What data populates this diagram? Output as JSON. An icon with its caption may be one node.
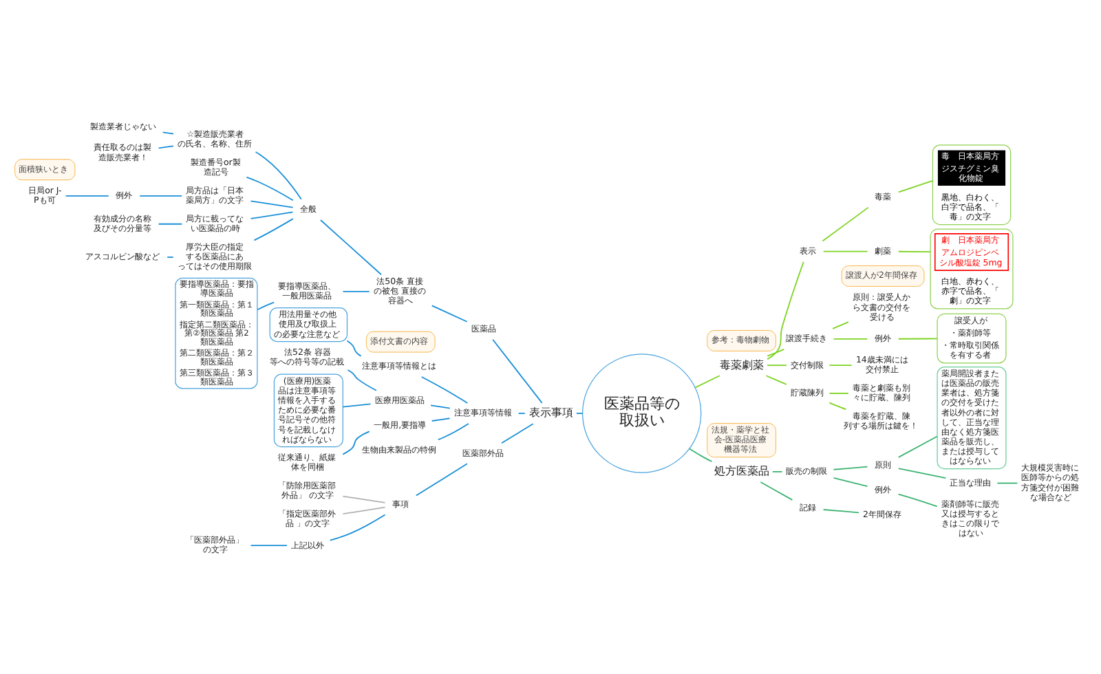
{
  "diagram": {
    "nodes": [
      {
        "text": [
          "医薬品等の取扱い"
        ]
      },
      {
        "text": [
          "毒薬劇薬"
        ],
        "beside": [
          "参考：毒物劇物"
        ]
      },
      {
        "text": [
          "表示"
        ]
      },
      {
        "text": [
          "毒薬"
        ]
      },
      {
        "text": [
          "黒地、白わく、白字で品名、「毒」の文字"
        ]
      },
      {
        "text": [
          "毒　日本薬局方",
          "ジスチグミン臭化物錠"
        ],
        "in": 4
      },
      {
        "text": [
          "劇薬"
        ]
      },
      {
        "text": [
          "白地、赤わく、赤字で品名、「劇」の文字"
        ]
      },
      {
        "text": [
          "劇　日本薬局方",
          "アムロジピンベシル酸塩錠 5mg"
        ],
        "in": 7
      },
      {
        "text": [
          "譲渡手続き"
        ]
      },
      {
        "text": [
          "原則：譲受人から文書の交付を受ける"
        ],
        "beside": [
          "譲渡人が2年間保存"
        ]
      },
      {
        "text": [
          "例外"
        ]
      },
      {
        "text": [
          "譲受人が",
          "・薬剤師等",
          "・常時取引関係を有する者"
        ]
      },
      {
        "text": [
          "交付制限"
        ]
      },
      {
        "text": [
          "14歳未満には交付禁止"
        ]
      },
      {
        "text": [
          "貯蔵陳列"
        ]
      },
      {
        "text": [
          "毒薬と劇薬も別々に貯蔵、陳列"
        ]
      },
      {
        "text": [
          "毒薬を貯蔵、陳列する場所は鍵を！"
        ]
      },
      {
        "text": [
          "処方医薬品"
        ],
        "beside": [
          "法規・薬学と社会-医薬品医療機器等法"
        ]
      },
      {
        "text": [
          "販売の制限"
        ]
      },
      {
        "text": [
          "原則"
        ]
      },
      {
        "text": [
          "薬局開設者または医薬品の販売業者は、処方箋の交付を受けた者以外の者に対して、正当な理由なく処方箋医薬品を販売し、または授与してはならない"
        ]
      },
      {
        "text": [
          "正当な理由"
        ]
      },
      {
        "text": [
          "大規模災害時に医師等からの処方箋交付が困難な場合など"
        ]
      },
      {
        "text": [
          "例外"
        ]
      },
      {
        "text": [
          "薬剤師等に販売又は授与するときはこの限りではない"
        ]
      },
      {
        "text": [
          "記録"
        ]
      },
      {
        "text": [
          "2年間保存"
        ]
      },
      {
        "text": [
          "表示事項"
        ]
      },
      {
        "text": [
          "医薬品"
        ]
      },
      {
        "text": [
          "法50条 直接の被包 直接の容器へ"
        ]
      },
      {
        "text": [
          "全般"
        ]
      },
      {
        "text": [
          "☆製造販売業者の氏名、名称、住所"
        ]
      },
      {
        "text": [
          "製造業者じゃない"
        ]
      },
      {
        "text": [
          "責任取るのは製造販売業者！"
        ]
      },
      {
        "text": [
          "製造番号or製造記号"
        ]
      },
      {
        "text": [
          "局方品は「日本薬局方」の文字"
        ]
      },
      {
        "text": [
          "例外"
        ]
      },
      {
        "text": [
          "日局or J-Pも可"
        ],
        "beside": [
          "面積狭いとき"
        ]
      },
      {
        "text": [
          "局方に載ってない医薬品の時"
        ]
      },
      {
        "text": [
          "有効成分の名称及びその分量等"
        ]
      },
      {
        "text": [
          "厚労大臣の指定する医薬品にあってはその使用期限"
        ]
      },
      {
        "text": [
          "アスコルビン酸など"
        ]
      },
      {
        "text": [
          "要指導医薬品、一般用医薬品"
        ]
      },
      {
        "text": [
          "要指導医薬品：要指導医薬品",
          "第一類医薬品：第１類医薬品",
          "指定第二類医薬品：第②類医薬品 第2類医薬品",
          "第二類医薬品：第２類医薬品",
          "第三類医薬品：第３類医薬品"
        ]
      },
      {
        "text": [
          "注意事項等情報"
        ]
      },
      {
        "text": [
          "注意事項等情報とは"
        ],
        "beside": [
          "添付文書の内容"
        ]
      },
      {
        "text": [
          "用法用量その他使用及び取扱上の必要な注意など"
        ]
      },
      {
        "text": [
          "医療用医薬品"
        ]
      },
      {
        "text": [
          "法52条 容器等への符号等の記載"
        ]
      },
      {
        "text": [
          "(医療用)医薬品は注意事項等情報を入手するために必要な番号記号その他符号を記載しなければならない"
        ]
      },
      {
        "text": [
          "一般用,要指導"
        ]
      },
      {
        "text": [
          "従来通り、紙媒体を同梱"
        ]
      },
      {
        "text": [
          "生物由来製品の特例"
        ]
      },
      {
        "text": [
          "医薬部外品"
        ]
      },
      {
        "text": [
          "事項"
        ]
      },
      {
        "text": [
          "「防除用医薬部外品」 の文字"
        ]
      },
      {
        "text": [
          "「指定医薬部外品 」の文字"
        ]
      },
      {
        "text": [
          "上記以外"
        ]
      },
      {
        "text": [
          "「医薬部外品」の文字"
        ]
      }
    ],
    "edges": [
      {
        "from": 0,
        "to": 1,
        "arrow": "none",
        "color": "#7ed321"
      },
      {
        "from": 1,
        "to": 2,
        "arrow": "none",
        "color": "#7ed321"
      },
      {
        "from": 2,
        "to": 3,
        "arrow": "none",
        "color": "#7ed321"
      },
      {
        "from": 3,
        "to": 4,
        "arrow": "none",
        "color": "#7ed321"
      },
      {
        "from": 2,
        "to": 6,
        "arrow": "none",
        "color": "#7ed321"
      },
      {
        "from": 6,
        "to": 7,
        "arrow": "none",
        "color": "#7ed321"
      },
      {
        "from": 1,
        "to": 9,
        "arrow": "none",
        "color": "#7ed321"
      },
      {
        "from": 9,
        "to": 10,
        "arrow": "none",
        "color": "#7ed321"
      },
      {
        "from": 9,
        "to": 11,
        "arrow": "none",
        "color": "#7ed321"
      },
      {
        "from": 11,
        "to": 12,
        "arrow": "none",
        "color": "#7ed321"
      },
      {
        "from": 1,
        "to": 13,
        "arrow": "none",
        "color": "#7ed321"
      },
      {
        "from": 13,
        "to": 14,
        "arrow": "none",
        "color": "#7ed321"
      },
      {
        "from": 1,
        "to": 15,
        "arrow": "none",
        "color": "#7ed321"
      },
      {
        "from": 15,
        "to": 16,
        "arrow": "none",
        "color": "#7ed321"
      },
      {
        "from": 15,
        "to": 17,
        "arrow": "none",
        "color": "#7ed321"
      },
      {
        "from": 0,
        "to": 18,
        "arrow": "none",
        "color": "#3cb371"
      },
      {
        "from": 18,
        "to": 19,
        "arrow": "none",
        "color": "#3cb371"
      },
      {
        "from": 19,
        "to": 20,
        "arrow": "none",
        "color": "#3cb371"
      },
      {
        "from": 20,
        "to": 21,
        "arrow": "none",
        "color": "#3cb371"
      },
      {
        "from": 20,
        "to": 22,
        "arrow": "none",
        "color": "#3cb371"
      },
      {
        "from": 22,
        "to": 23,
        "arrow": "none",
        "color": "#3cb371"
      },
      {
        "from": 19,
        "to": 24,
        "arrow": "none",
        "color": "#3cb371"
      },
      {
        "from": 24,
        "to": 25,
        "arrow": "none",
        "color": "#3cb371"
      },
      {
        "from": 18,
        "to": 26,
        "arrow": "none",
        "color": "#3cb371"
      },
      {
        "from": 26,
        "to": 27,
        "arrow": "none",
        "color": "#3cb371"
      },
      {
        "from": 0,
        "to": 28,
        "arrow": "none"
      },
      {
        "from": 28,
        "to": 29,
        "arrow": "none"
      },
      {
        "from": 29,
        "to": 30,
        "arrow": "none"
      },
      {
        "from": 30,
        "to": 31,
        "arrow": "none"
      },
      {
        "from": 31,
        "to": 32,
        "arrow": "none"
      },
      {
        "from": 32,
        "to": 33,
        "arrow": "none"
      },
      {
        "from": 32,
        "to": 34,
        "arrow": "none"
      },
      {
        "from": 31,
        "to": 35,
        "arrow": "none"
      },
      {
        "from": 31,
        "to": 36,
        "arrow": "none"
      },
      {
        "from": 36,
        "to": 37,
        "arrow": "none"
      },
      {
        "from": 37,
        "to": 38,
        "arrow": "none"
      },
      {
        "from": 31,
        "to": 39,
        "arrow": "none"
      },
      {
        "from": 39,
        "to": 40,
        "arrow": "none"
      },
      {
        "from": 31,
        "to": 41,
        "arrow": "none"
      },
      {
        "from": 41,
        "to": 42,
        "arrow": "none"
      },
      {
        "from": 30,
        "to": 43,
        "arrow": "none"
      },
      {
        "from": 43,
        "to": 44,
        "arrow": "none"
      },
      {
        "from": 28,
        "to": 45,
        "arrow": "none"
      },
      {
        "from": 45,
        "to": 46,
        "arrow": "none"
      },
      {
        "from": 46,
        "to": 47,
        "arrow": "none"
      },
      {
        "from": 45,
        "to": 48,
        "arrow": "none"
      },
      {
        "from": 48,
        "to": 49,
        "arrow": "none"
      },
      {
        "from": 48,
        "to": 50,
        "arrow": "none"
      },
      {
        "from": 45,
        "to": 51,
        "arrow": "none"
      },
      {
        "from": 51,
        "to": 52,
        "arrow": "none"
      },
      {
        "from": 45,
        "to": 53,
        "arrow": "none"
      },
      {
        "from": 28,
        "to": 54,
        "arrow": "none"
      },
      {
        "from": 54,
        "to": 55,
        "arrow": "none"
      },
      {
        "from": 55,
        "to": 56,
        "arrow": "none",
        "color": "#b0b0b0"
      },
      {
        "from": 55,
        "to": 57,
        "arrow": "none",
        "color": "#b0b0b0"
      },
      {
        "from": 55,
        "to": 58,
        "arrow": "none"
      },
      {
        "from": 58,
        "to": 59,
        "arrow": "none"
      }
    ]
  }
}
